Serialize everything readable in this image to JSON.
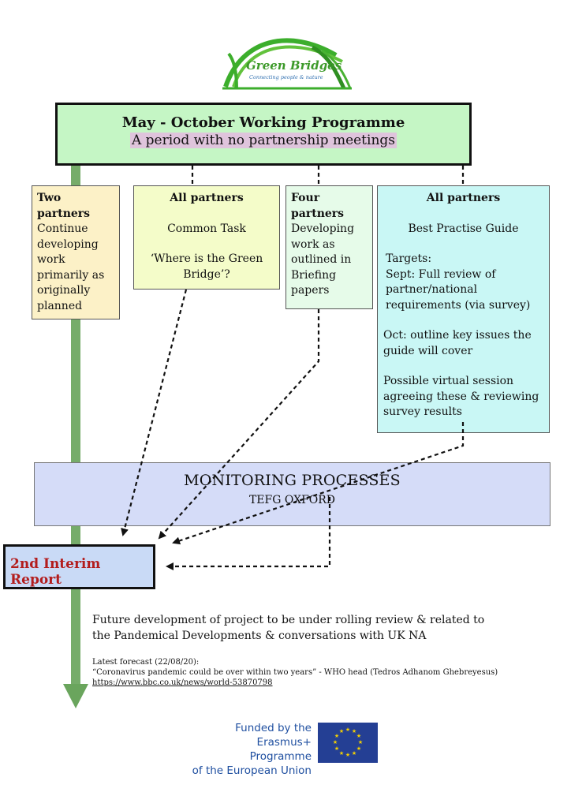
{
  "logo": {
    "name": "Green Bridges",
    "tagline": "Connecting people & nature"
  },
  "header": {
    "title": "May - October Working Programme",
    "subtitle": "A period with no partnership meetings"
  },
  "cards": [
    {
      "heading": "Two partners",
      "body": [
        "Continue",
        "developing",
        "work",
        "primarily as",
        "originally",
        "planned"
      ]
    },
    {
      "heading": "All partners",
      "task": "Common Task",
      "quote": "‘Where is the Green Bridge’?"
    },
    {
      "heading": "Four partners",
      "body": [
        "Developing",
        "work as",
        "outlined in",
        "Briefing",
        "papers"
      ]
    },
    {
      "heading": "All partners",
      "subtitle": "Best Practise Guide",
      "targets_label": "Targets:",
      "sept": "Sept: Full review of partner/national requirements (via survey)",
      "oct": "Oct: outline key issues the guide will cover",
      "virtual": "Possible virtual session agreeing these & reviewing survey results"
    }
  ],
  "monitoring": {
    "title": "MONITORING PROCESSES",
    "sub": "TEFG OXFORD"
  },
  "report": {
    "label": "2nd Interim Report"
  },
  "future_text": "Future development of project to be under rolling review & related to the Pandemical Developments & conversations with UK NA",
  "forecast": {
    "line1": "Latest forecast (22/08/20):",
    "line2": "“Coronavirus pandemic could be over within two years” - WHO head (Tedros Adhanom Ghebreyesus)",
    "link": "https://www.bbc.co.uk/news/world-53870798"
  },
  "funding": {
    "line1": "Funded by the",
    "line2": "Erasmus+ Programme",
    "line3": "of the European Union"
  },
  "colors": {
    "title_bg": "#c5f6c5",
    "subtitle_highlight": "#dfc4dc",
    "green_arrow": "#6aa55d",
    "report_text": "#b31d1d",
    "eu_blue": "#243f94",
    "eu_star": "#f5d100"
  }
}
